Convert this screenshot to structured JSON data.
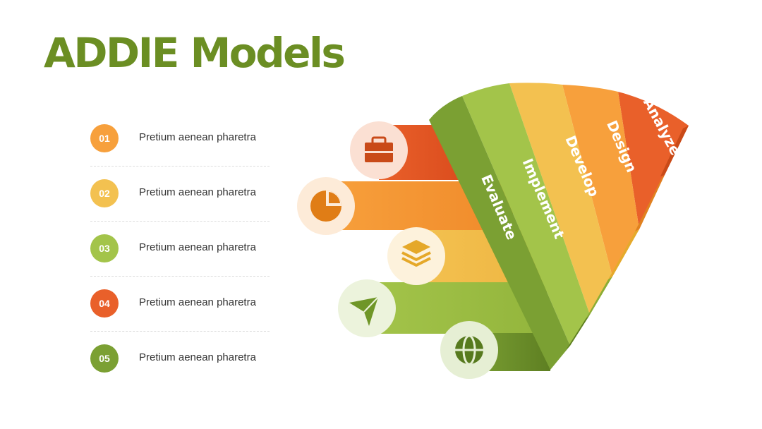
{
  "title": "ADDIE Models",
  "colors": {
    "title": "#6b8e23",
    "red_orange": "#e9602a",
    "orange": "#f7a03c",
    "yellow": "#f3c150",
    "light_green": "#a3c44a",
    "green": "#7ba033"
  },
  "list": [
    {
      "number": "01",
      "text": "Pretium aenean pharetra",
      "color": "#f7a03c"
    },
    {
      "number": "02",
      "text": "Pretium aenean pharetra",
      "color": "#f3c150"
    },
    {
      "number": "03",
      "text": "Pretium aenean pharetra",
      "color": "#a3c44a"
    },
    {
      "number": "04",
      "text": "Pretium aenean pharetra",
      "color": "#e9602a"
    },
    {
      "number": "05",
      "text": "Pretium aenean pharetra",
      "color": "#7ba033"
    }
  ],
  "stages": [
    "Analyze",
    "Design",
    "Develop",
    "Implement",
    "Evaluate"
  ],
  "icons": [
    "briefcase-icon",
    "pie-chart-icon",
    "layers-icon",
    "send-icon",
    "globe-icon"
  ]
}
